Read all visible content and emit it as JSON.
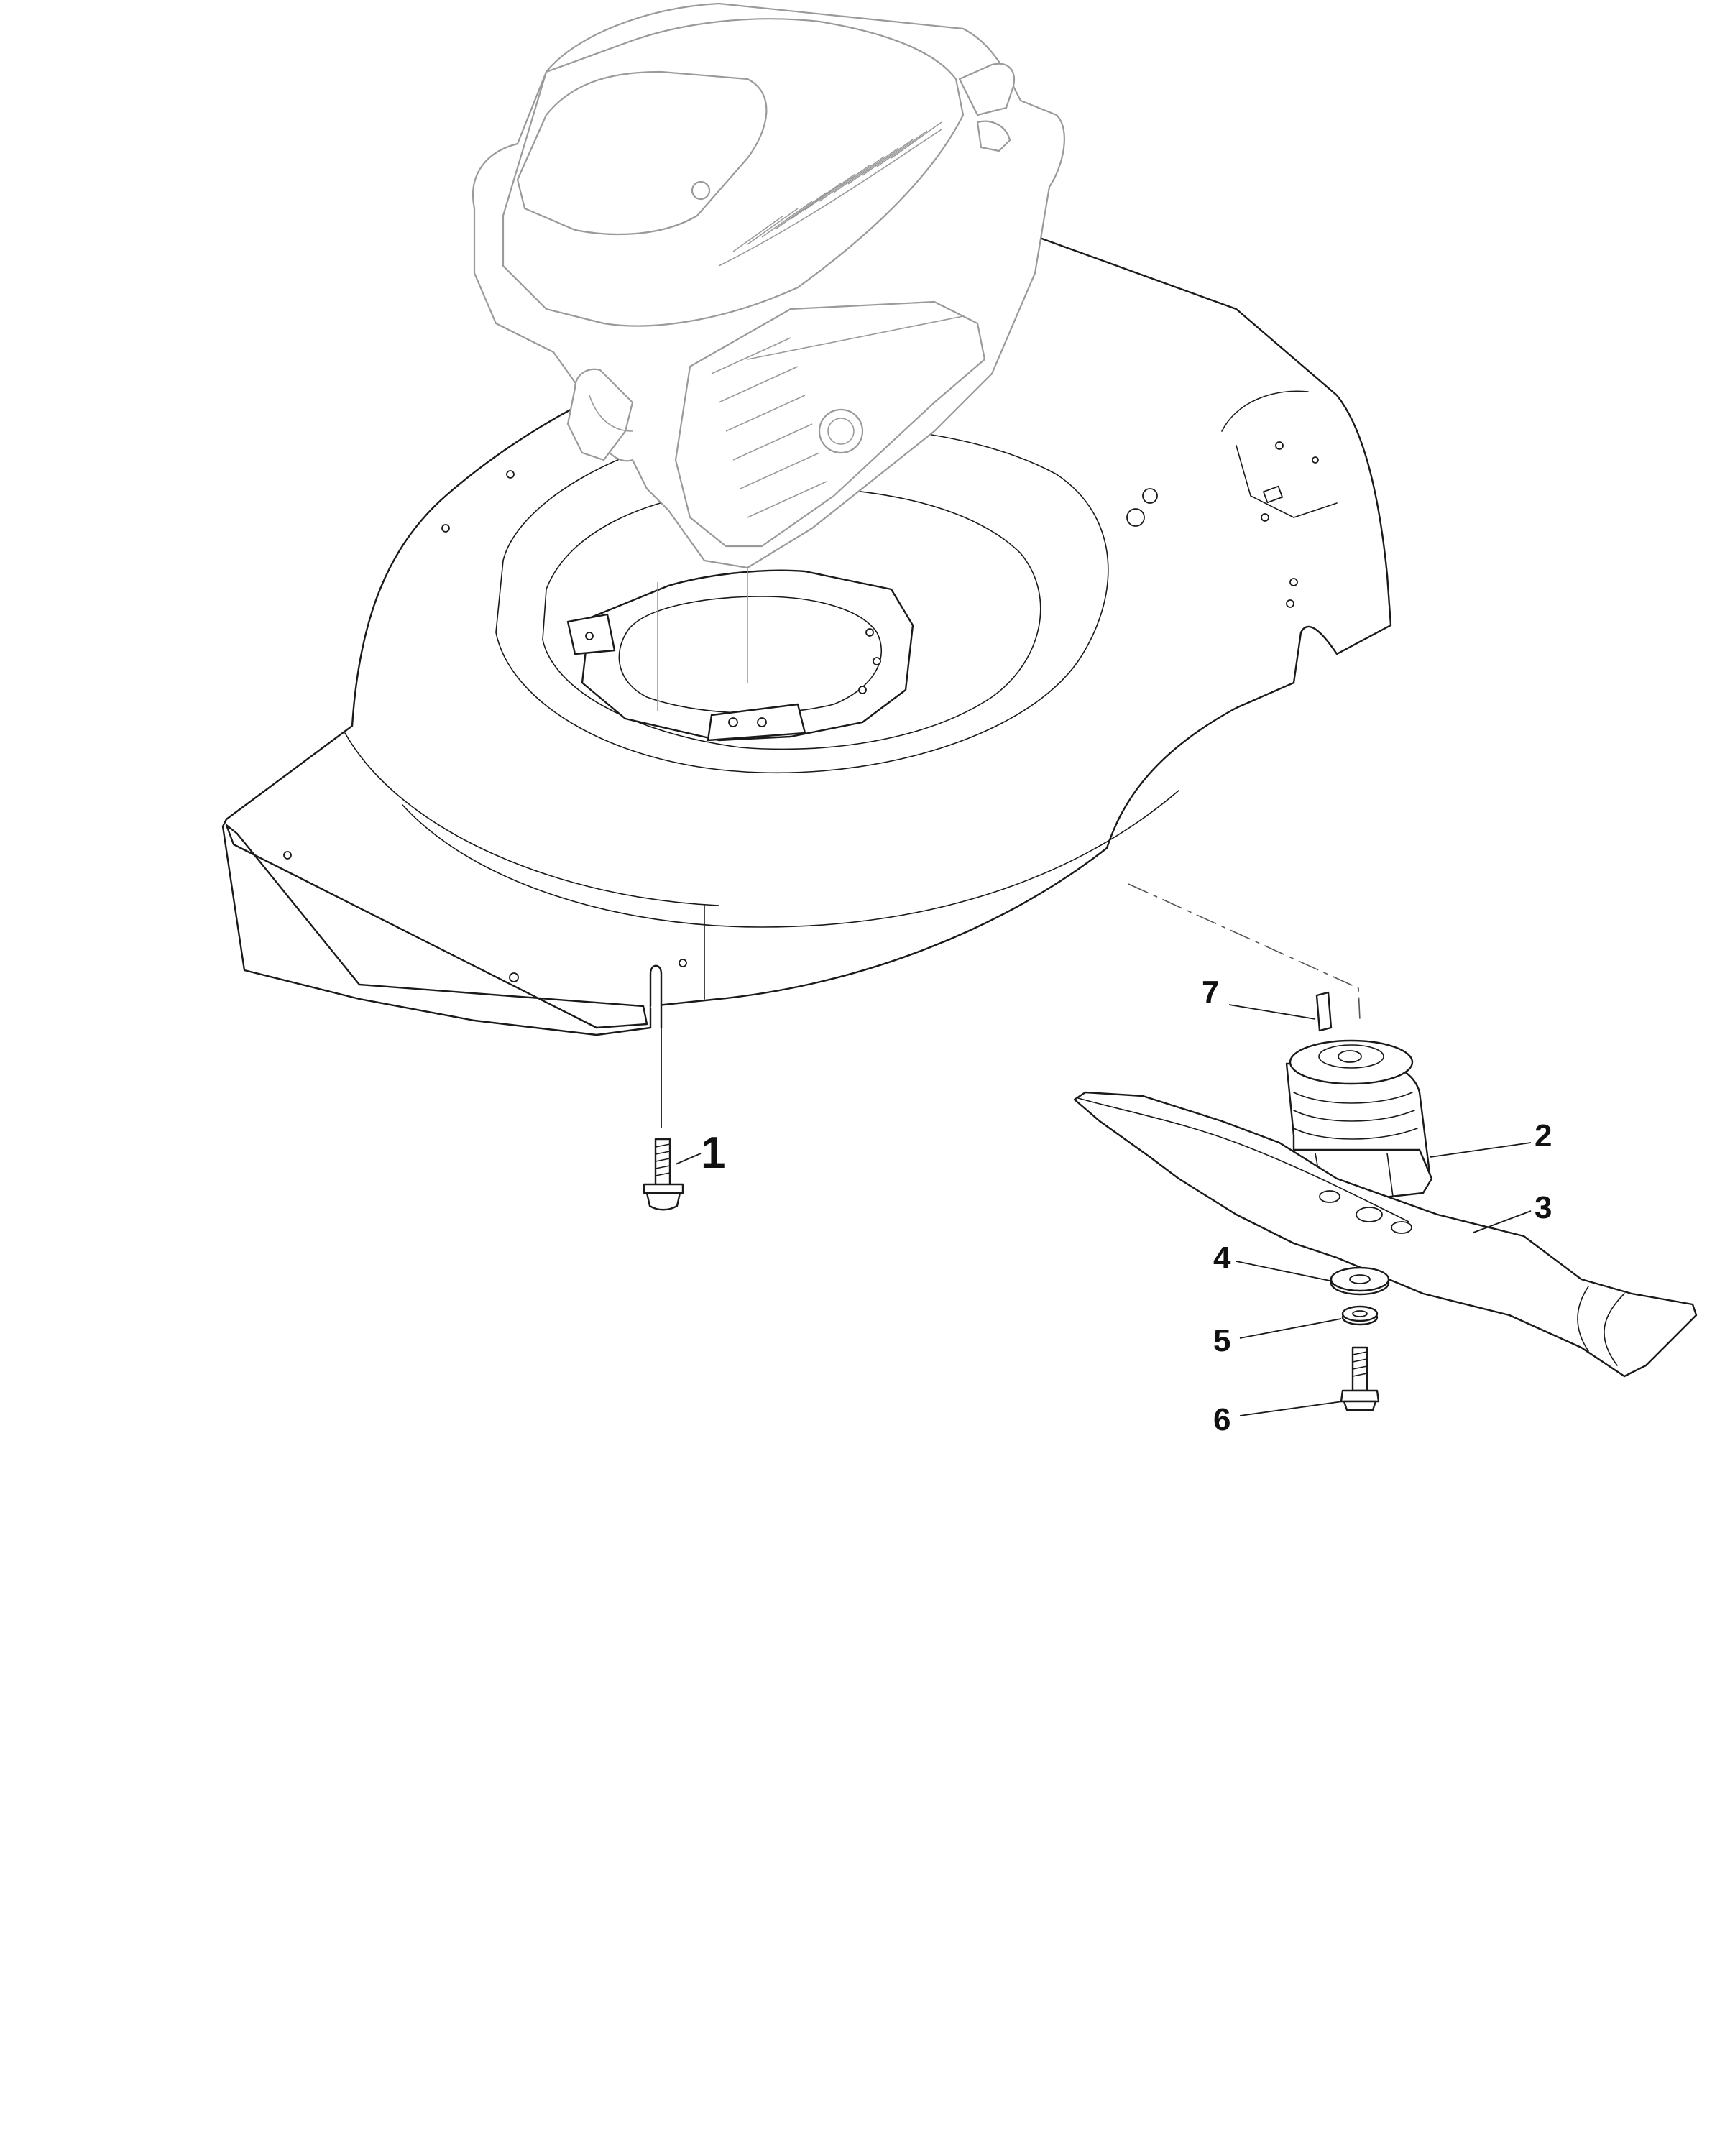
{
  "callouts": [
    {
      "id": "1",
      "label": "1"
    },
    {
      "id": "2",
      "label": "2"
    },
    {
      "id": "3",
      "label": "3"
    },
    {
      "id": "4",
      "label": "4"
    },
    {
      "id": "5",
      "label": "5"
    },
    {
      "id": "6",
      "label": "6"
    },
    {
      "id": "7",
      "label": "7"
    }
  ],
  "colors": {
    "ink": "#1a1a1a",
    "engine_ghost": "#9a9a9a",
    "background": "#ffffff"
  }
}
